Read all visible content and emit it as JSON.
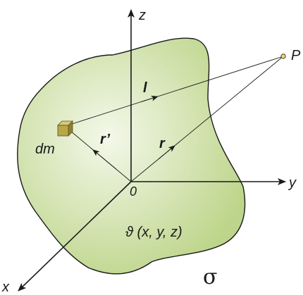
{
  "labels": {
    "z": "z",
    "y": "y",
    "x": "x",
    "p": "P",
    "l": "l",
    "r_prime": "r’",
    "r": "r",
    "dm": "dm",
    "origin": "0",
    "density": "ϑ (x, y, z)",
    "sigma": "σ"
  },
  "colors": {
    "body_fill_center": "#f4f8ea",
    "body_fill_edge": "#bdd58a",
    "body_stroke": "#1a1a1a",
    "line": "#1a1a1a",
    "point_fill": "#f2d36b",
    "cube_front": "#b8a64a",
    "cube_top": "#d9c977",
    "cube_side": "#8f7f2f"
  }
}
